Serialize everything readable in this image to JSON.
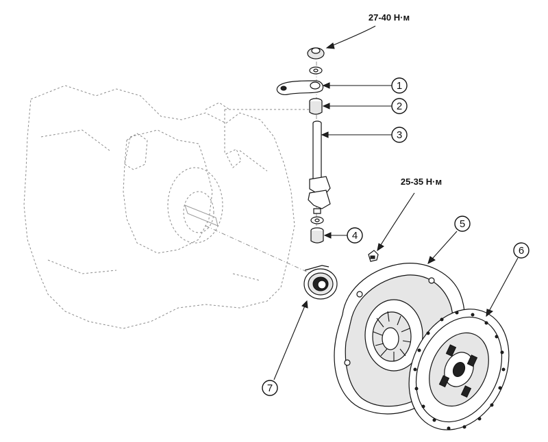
{
  "torques": {
    "top": "27-40 Н·м",
    "bolt": "25-35 Н·м"
  },
  "callouts": [
    "1",
    "2",
    "3",
    "4",
    "5",
    "6",
    "7"
  ]
}
